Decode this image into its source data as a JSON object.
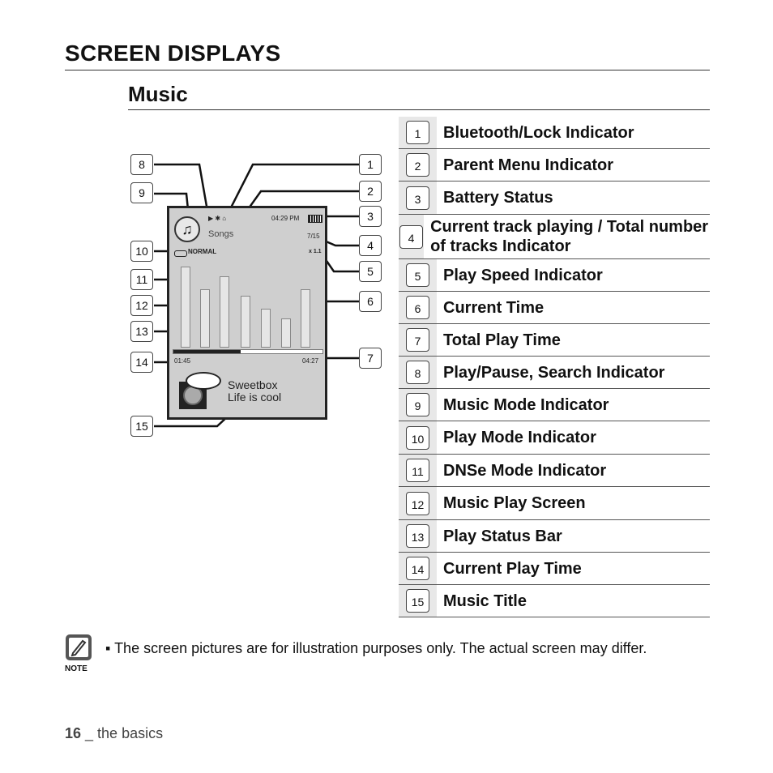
{
  "heading": "SCREEN DISPLAYS",
  "subheading": "Music",
  "legend": [
    {
      "num": "1",
      "label": "Bluetooth/Lock Indicator"
    },
    {
      "num": "2",
      "label": "Parent Menu Indicator"
    },
    {
      "num": "3",
      "label": "Battery Status"
    },
    {
      "num": "4",
      "label": "Current track playing / Total number of tracks Indicator"
    },
    {
      "num": "5",
      "label": "Play Speed Indicator"
    },
    {
      "num": "6",
      "label": "Current Time"
    },
    {
      "num": "7",
      "label": "Total Play Time"
    },
    {
      "num": "8",
      "label": "Play/Pause, Search Indicator"
    },
    {
      "num": "9",
      "label": "Music Mode Indicator"
    },
    {
      "num": "10",
      "label": "Play Mode Indicator"
    },
    {
      "num": "11",
      "label": "DNSe Mode Indicator"
    },
    {
      "num": "12",
      "label": "Music Play Screen"
    },
    {
      "num": "13",
      "label": "Play Status Bar"
    },
    {
      "num": "14",
      "label": "Current Play Time"
    },
    {
      "num": "15",
      "label": "Music Title"
    }
  ],
  "screen": {
    "time": "04:29 PM",
    "parent_menu": "Songs",
    "track_count": "7/15",
    "speed": "x 1.1",
    "dnse_mode": "NORMAL",
    "current_play_time": "01:45",
    "total_play_time": "04:27",
    "artist": "Sweetbox",
    "title": "Life is cool",
    "progress": 0.45
  },
  "note": {
    "label": "NOTE",
    "text": "The screen pictures are for illustration purposes only. The actual screen may differ."
  },
  "footer": {
    "page": "16",
    "section": " _ the basics"
  }
}
